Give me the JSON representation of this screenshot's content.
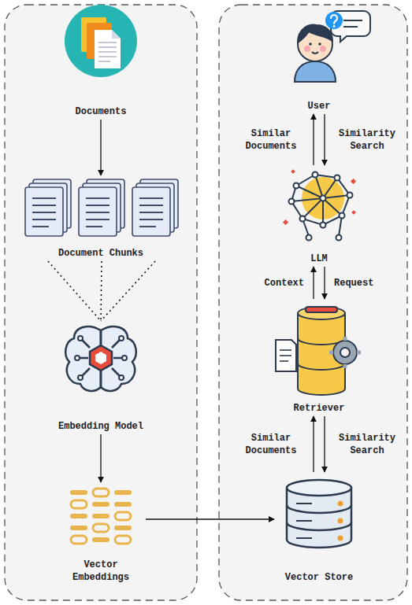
{
  "diagram": {
    "nodes": [
      {
        "text": [
          "Documents"
        ]
      },
      {
        "text": [
          "Document Chunks"
        ]
      },
      {
        "text": [
          "Embedding Model"
        ]
      },
      {
        "text": [
          "Vector Embeddings"
        ]
      },
      {
        "text": [
          "User"
        ]
      },
      {
        "text": [
          "LLM"
        ]
      },
      {
        "text": [
          "Retriever"
        ]
      },
      {
        "text": [
          "Vector Store"
        ]
      }
    ],
    "edges": [
      {
        "from": 0,
        "to": 1,
        "arrow": "to"
      },
      {
        "from": 1,
        "to": 2,
        "arrow": "none"
      },
      {
        "from": 2,
        "to": 3,
        "arrow": "to"
      },
      {
        "from": 3,
        "to": 7,
        "arrow": "to"
      },
      {
        "from": 5,
        "to": 4,
        "label": "Similar Documents",
        "arrow": "to"
      },
      {
        "from": 4,
        "to": 5,
        "label": "Similarity Search",
        "arrow": "to"
      },
      {
        "from": 6,
        "to": 5,
        "label": "Context",
        "arrow": "to"
      },
      {
        "from": 5,
        "to": 6,
        "label": "Request",
        "arrow": "to"
      },
      {
        "from": 7,
        "to": 6,
        "label": "Similar Documents",
        "arrow": "to"
      },
      {
        "from": 6,
        "to": 7,
        "label": "Similarity Search",
        "arrow": "to"
      }
    ]
  }
}
